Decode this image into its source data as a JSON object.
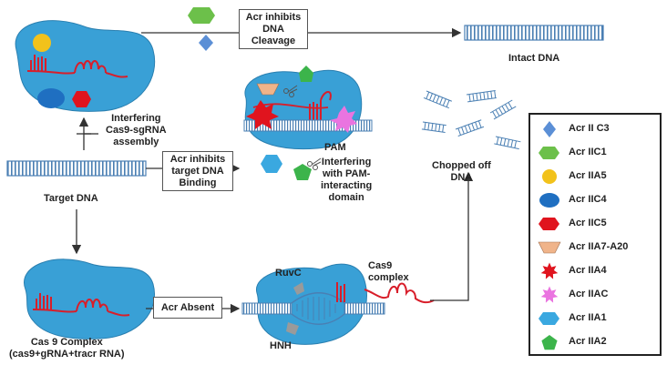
{
  "labels": {
    "acr_inhibits_cleavage": "Acr inhibits\nDNA\nCleavage",
    "intact_dna": "Intact DNA",
    "interfering_assembly": "Interfering\nCas9-sgRNA\nassembly",
    "target_dna": "Target DNA",
    "acr_inhibits_binding": "Acr inhibits\ntarget DNA\nBinding",
    "pam": "PAM",
    "interfering_pam": "Interfering\nwith PAM-\ninteracting\ndomain",
    "chopped_off_dna": "Chopped off\nDNA",
    "cas9_complex_label": "Cas 9 Complex\n(cas9+gRNA+tracr RNA)",
    "acr_absent": "Acr Absent",
    "cas9_complex_top": "Cas9\ncomplex",
    "ruvc": "RuvC",
    "hnh": "HNH"
  },
  "legend": [
    {
      "label": "Acr II C3",
      "shape": "diamond",
      "color": "#5b8fd6"
    },
    {
      "label": "Acr IIC1",
      "shape": "hexagon",
      "color": "#6cc04a"
    },
    {
      "label": "Acr IIA5",
      "shape": "circle",
      "color": "#f2c21b"
    },
    {
      "label": "Acr IIC4",
      "shape": "ellipse",
      "color": "#1f6fc1"
    },
    {
      "label": "Acr IIC5",
      "shape": "hexagon",
      "color": "#e0141e"
    },
    {
      "label": "Acr IIA7-A20",
      "shape": "trapezoid",
      "color": "#f0b48a"
    },
    {
      "label": "Acr IIA4",
      "shape": "star",
      "color": "#e0141e"
    },
    {
      "label": "Acr IIAC",
      "shape": "star",
      "color": "#ea74e0"
    },
    {
      "label": "Acr IIA1",
      "shape": "hexagon",
      "color": "#3aa8e0"
    },
    {
      "label": "Acr IIA2",
      "shape": "pentagon",
      "color": "#3cb44b"
    }
  ],
  "colors": {
    "protein": "#39a0d6",
    "protein_dark": "#2a7fb0",
    "rna": "#d81e2a",
    "dna": "#4a7fb3",
    "arrow": "#333333"
  }
}
